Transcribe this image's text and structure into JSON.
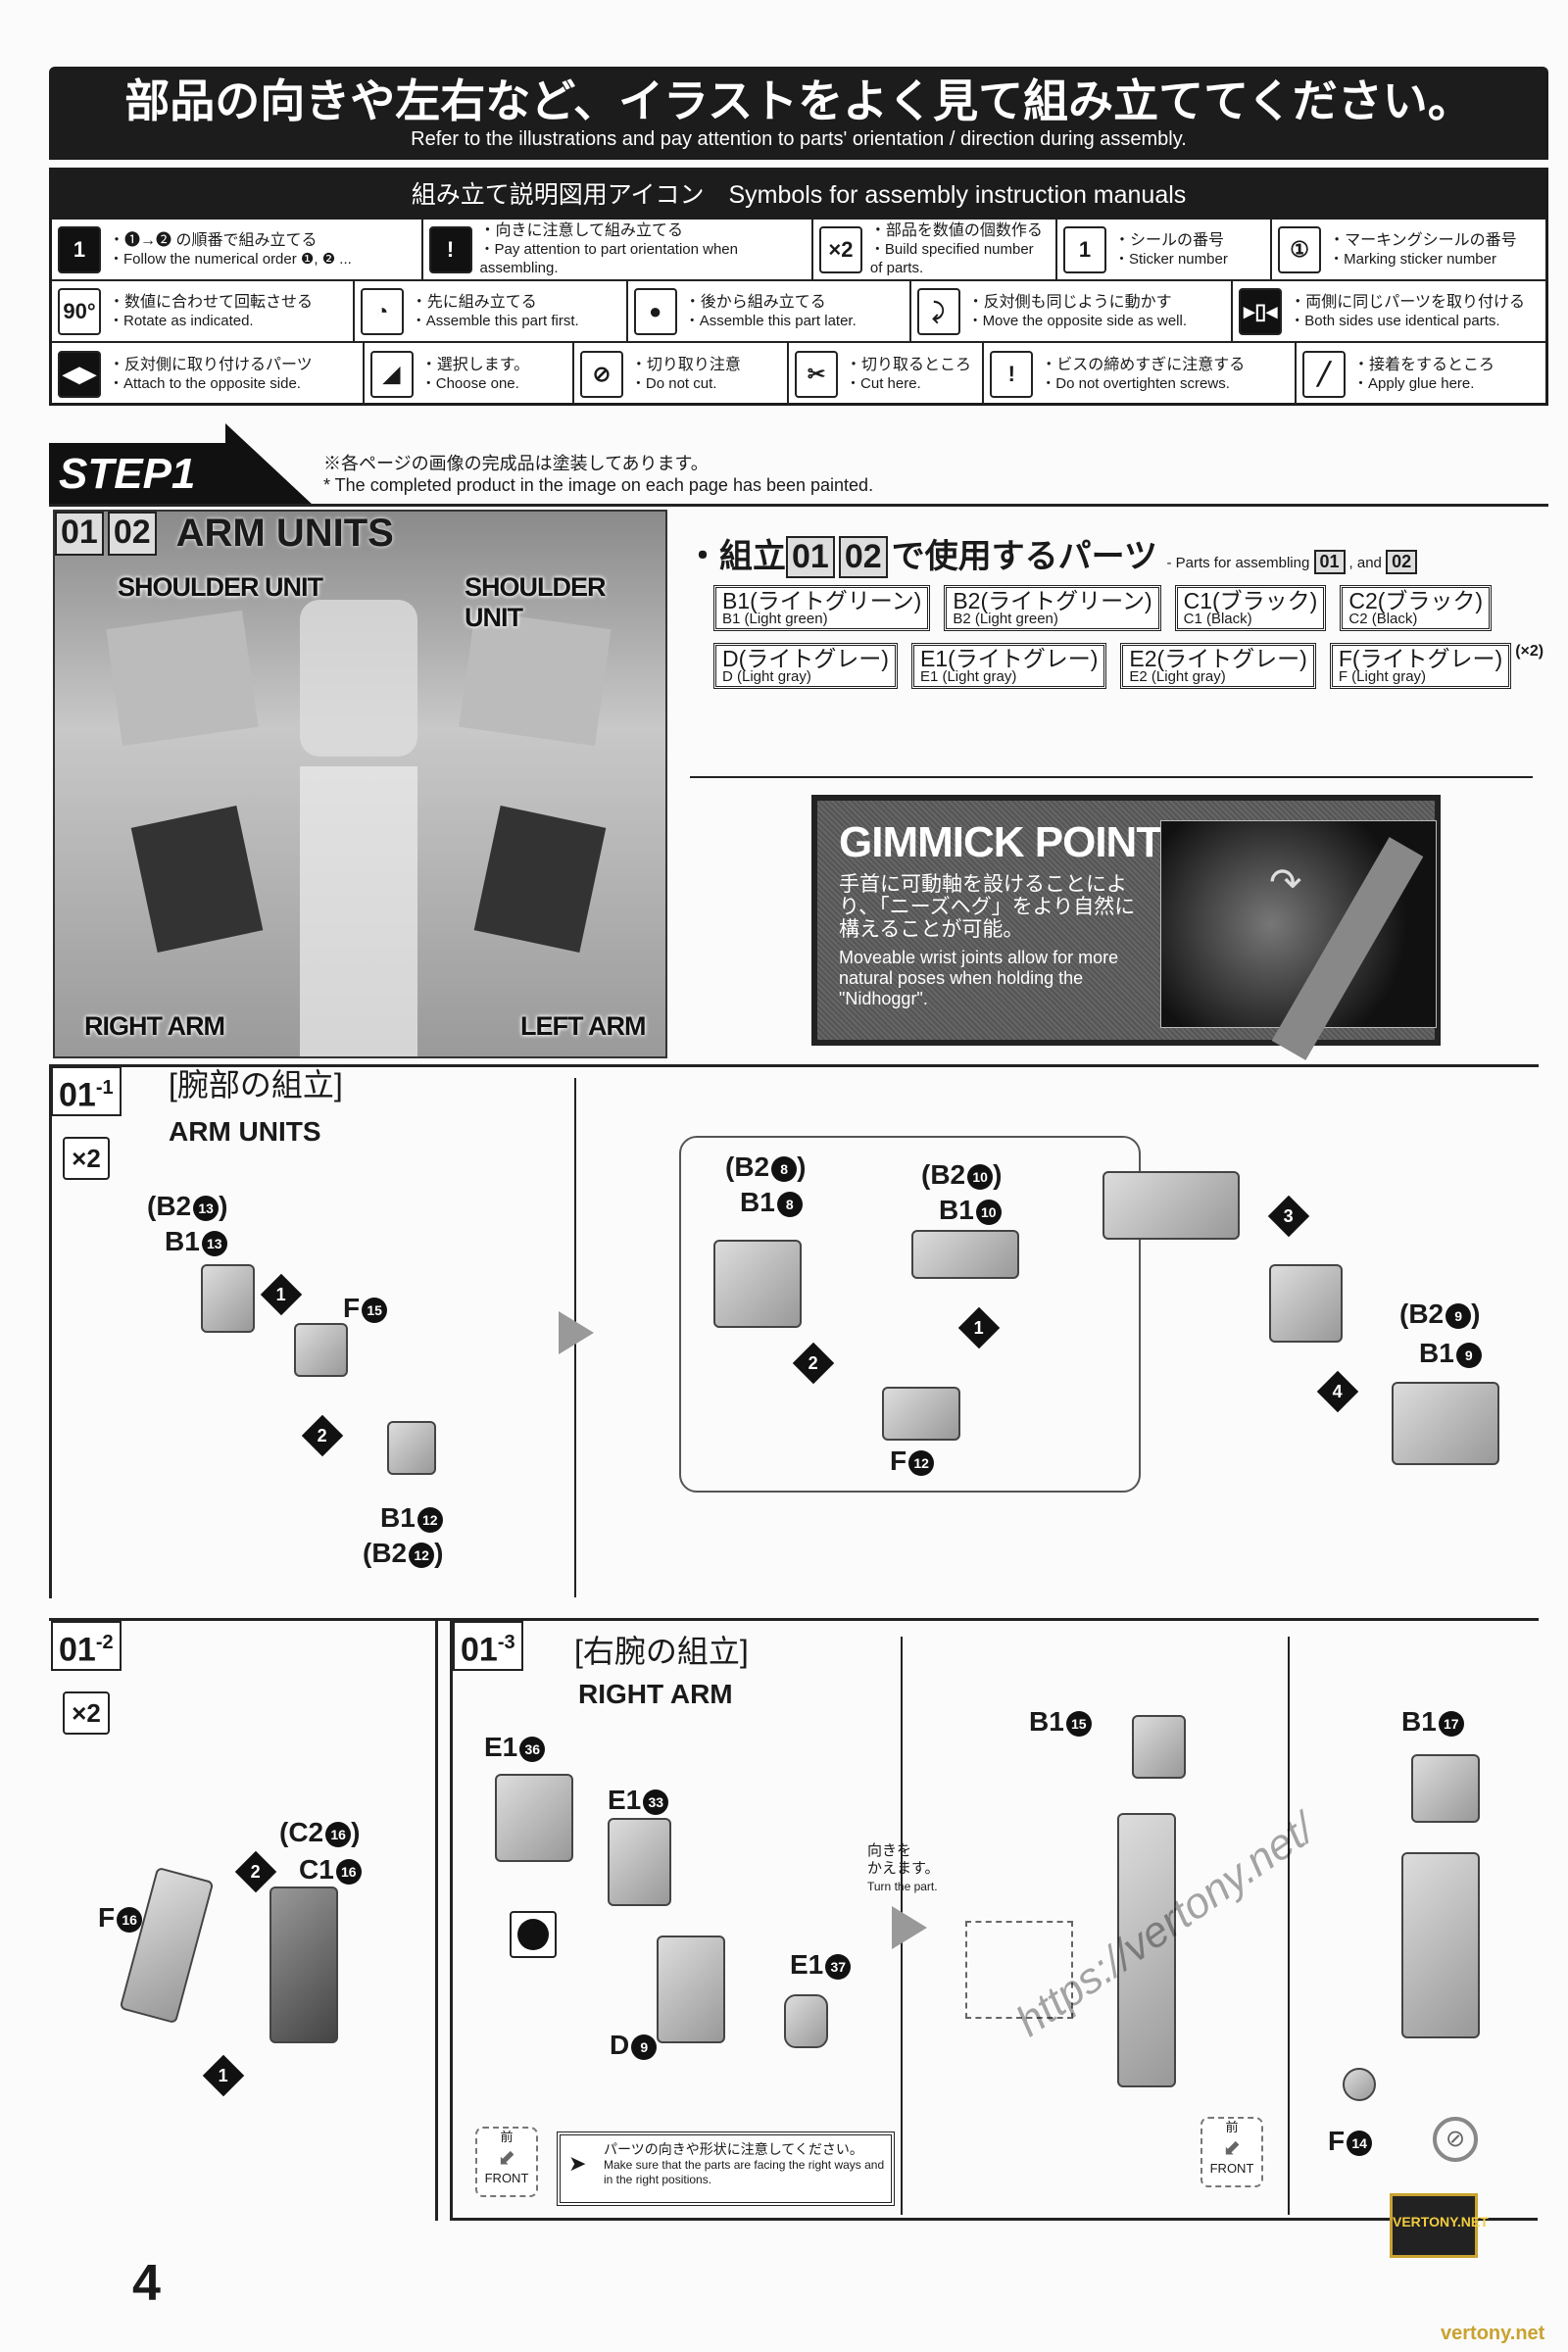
{
  "header": {
    "title_ja": "部品の向きや左右など、イラストをよく見て組み立ててください。",
    "title_en": "Refer to the illustrations and pay attention to parts' orientation / direction during assembly."
  },
  "symbols": {
    "title": "組み立て説明図用アイコン　Symbols for assembly instruction manuals",
    "rows": [
      [
        {
          "icon": "numbered-diamond-icon",
          "glyph": "1",
          "ja": "・❶→❷ の順番で組み立てる",
          "en": "・Follow the numerical order ❶, ❷ ..."
        },
        {
          "icon": "exclamation-icon",
          "glyph": "!",
          "ja": "・向きに注意して組み立てる",
          "en": "・Pay attention to part orientation when assembling."
        },
        {
          "icon": "multiply-icon",
          "glyph": "×2",
          "ja": "・部品を数値の個数作る",
          "en": "・Build specified number of parts."
        },
        {
          "icon": "sticker-icon",
          "glyph": "1",
          "ja": "・シールの番号",
          "en": "・Sticker number"
        },
        {
          "icon": "marking-sticker-icon",
          "glyph": "①",
          "ja": "・マーキングシールの番号",
          "en": "・Marking sticker number"
        }
      ],
      [
        {
          "icon": "rotate-icon",
          "glyph": "90°",
          "ja": "・数値に合わせて回転させる",
          "en": "・Rotate as indicated."
        },
        {
          "icon": "assemble-first-icon",
          "glyph": "◔",
          "ja": "・先に組み立てる",
          "en": "・Assemble this part first."
        },
        {
          "icon": "assemble-later-icon",
          "glyph": "●",
          "ja": "・後から組み立てる",
          "en": "・Assemble this part later."
        },
        {
          "icon": "move-opposite-icon",
          "glyph": "⤸",
          "ja": "・反対側も同じように動かす",
          "en": "・Move the opposite side as well."
        },
        {
          "icon": "both-sides-icon",
          "glyph": "▸▯◂",
          "ja": "・両側に同じパーツを取り付ける",
          "en": "・Both sides use identical parts."
        }
      ],
      [
        {
          "icon": "opposite-side-icon",
          "glyph": "◀▶",
          "ja": "・反対側に取り付けるパーツ",
          "en": "・Attach to the opposite side."
        },
        {
          "icon": "choose-one-icon",
          "glyph": "◢",
          "ja": "・選択します。",
          "en": "・Choose one."
        },
        {
          "icon": "do-not-cut-icon",
          "glyph": "⊘",
          "ja": "・切り取り注意",
          "en": "・Do not cut."
        },
        {
          "icon": "nipper-icon",
          "glyph": "✂",
          "ja": "・切り取るところ",
          "en": "・Cut here."
        },
        {
          "icon": "screw-warning-icon",
          "glyph": "!",
          "ja": "・ビスの締めすぎに注意する",
          "en": "・Do not overtighten screws."
        },
        {
          "icon": "glue-brush-icon",
          "glyph": "╱",
          "ja": "・接着をするところ",
          "en": "・Apply glue here."
        }
      ]
    ]
  },
  "step": {
    "label": "STEP1",
    "note_ja": "※各ページの画像の完成品は塗装してあります。",
    "note_en": "* The completed product in the image on each page has been painted."
  },
  "photo": {
    "ids": [
      "01",
      "02"
    ],
    "title": "ARM UNITS",
    "labels": {
      "shoulder_left": "SHOULDER UNIT",
      "shoulder_right": "SHOULDER UNIT",
      "right_arm": "RIGHT ARM",
      "left_arm": "LEFT ARM"
    }
  },
  "parts": {
    "head_pre": "・組立",
    "ids": [
      "01",
      "02"
    ],
    "head_post": "で使用するパーツ",
    "head_en": "- Parts for assembling",
    "and": ", and",
    "items": [
      {
        "ja": "B1(ライトグリーン)",
        "en": "B1 (Light green)"
      },
      {
        "ja": "B2(ライトグリーン)",
        "en": "B2 (Light green)"
      },
      {
        "ja": "C1(ブラック)",
        "en": "C1 (Black)"
      },
      {
        "ja": "C2(ブラック)",
        "en": "C2 (Black)"
      },
      {
        "ja": "D(ライトグレー)",
        "en": "D (Light gray)"
      },
      {
        "ja": "E1(ライトグレー)",
        "en": "E1 (Light gray)"
      },
      {
        "ja": "E2(ライトグレー)",
        "en": "E2 (Light gray)"
      },
      {
        "ja": "F(ライトグレー)",
        "en": "F (Light gray)",
        "qty": "(×2)"
      }
    ]
  },
  "gimmick": {
    "title": "GIMMICK POINT",
    "ja": "手首に可動軸を設けることにより、「ニーズヘグ」をより自然に構えることが可能。",
    "en": "Moveable wrist joints allow for more natural poses when holding the \"Nidhoggr\"."
  },
  "s011": {
    "id": "01",
    "sub": "-1",
    "title_ja": "[腕部の組立]",
    "title_en": "ARM UNITS",
    "qty": "×2",
    "l": {
      "b2_13": "(B2",
      "b1_13": "B1",
      "f15": "F",
      "b1_12": "B1",
      "b2_12": "(B2",
      "b2_8": "(B2",
      "b1_8": "B1",
      "b2_10": "(B2",
      "b1_10": "B1",
      "f12": "F",
      "b2_9": "(B2",
      "b1_9": "B1"
    },
    "n": {
      "n13": "13",
      "n15": "15",
      "n12": "12",
      "n8": "8",
      "n10": "10",
      "n9": "9"
    },
    "steps": [
      "1",
      "2",
      "1",
      "2",
      "3",
      "4"
    ]
  },
  "s012": {
    "id": "01",
    "sub": "-2",
    "qty": "×2",
    "l": {
      "c2": "(C2",
      "c1": "C1",
      "f": "F"
    },
    "n": "16",
    "steps": [
      "2",
      "1"
    ]
  },
  "s013": {
    "id": "01",
    "sub": "-3",
    "title_ja": "[右腕の組立]",
    "title_en": "RIGHT ARM",
    "l": {
      "e1a": "E1",
      "e1b": "E1",
      "e1c": "E1",
      "d": "D",
      "b1a": "B1",
      "b1b": "B1",
      "f": "F"
    },
    "n": {
      "e1a": "36",
      "e1b": "33",
      "e1c": "37",
      "d": "9",
      "b1a": "15",
      "b1b": "17",
      "f": "14"
    },
    "turn_ja": "向きを\nかえます。",
    "turn_en": "Turn the part.",
    "front_ja": "前",
    "front_en": "FRONT",
    "note_ja": "パーツの向きや形状に注意してください。",
    "note_en": "Make sure that the parts are facing the right ways and in the right positions."
  },
  "footer": {
    "page": "4",
    "watermark": "https://vertony.net/",
    "badge": "VERTONY.NET",
    "site": "vertony.net"
  }
}
